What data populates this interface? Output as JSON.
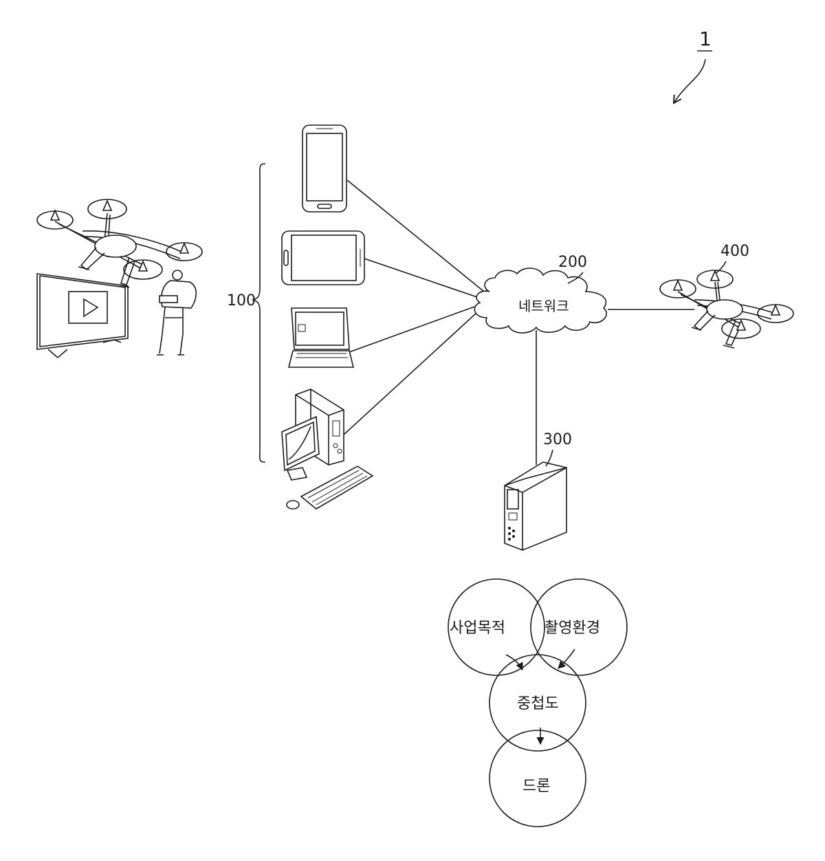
{
  "labels": {
    "system": "1",
    "terminals": "100",
    "network_ref": "200",
    "network": "네트워크",
    "server_ref": "300",
    "drone_ref": "400"
  },
  "venn": {
    "purpose": "사업목적",
    "environment": "촬영환경",
    "overlap": "중첩도",
    "drone": "드론"
  },
  "icons": [
    "drone-icon",
    "tv-icon",
    "play-icon",
    "person-icon",
    "smartphone-icon",
    "tablet-icon",
    "laptop-icon",
    "desktop-computer-icon",
    "cloud-icon",
    "server-icon"
  ]
}
